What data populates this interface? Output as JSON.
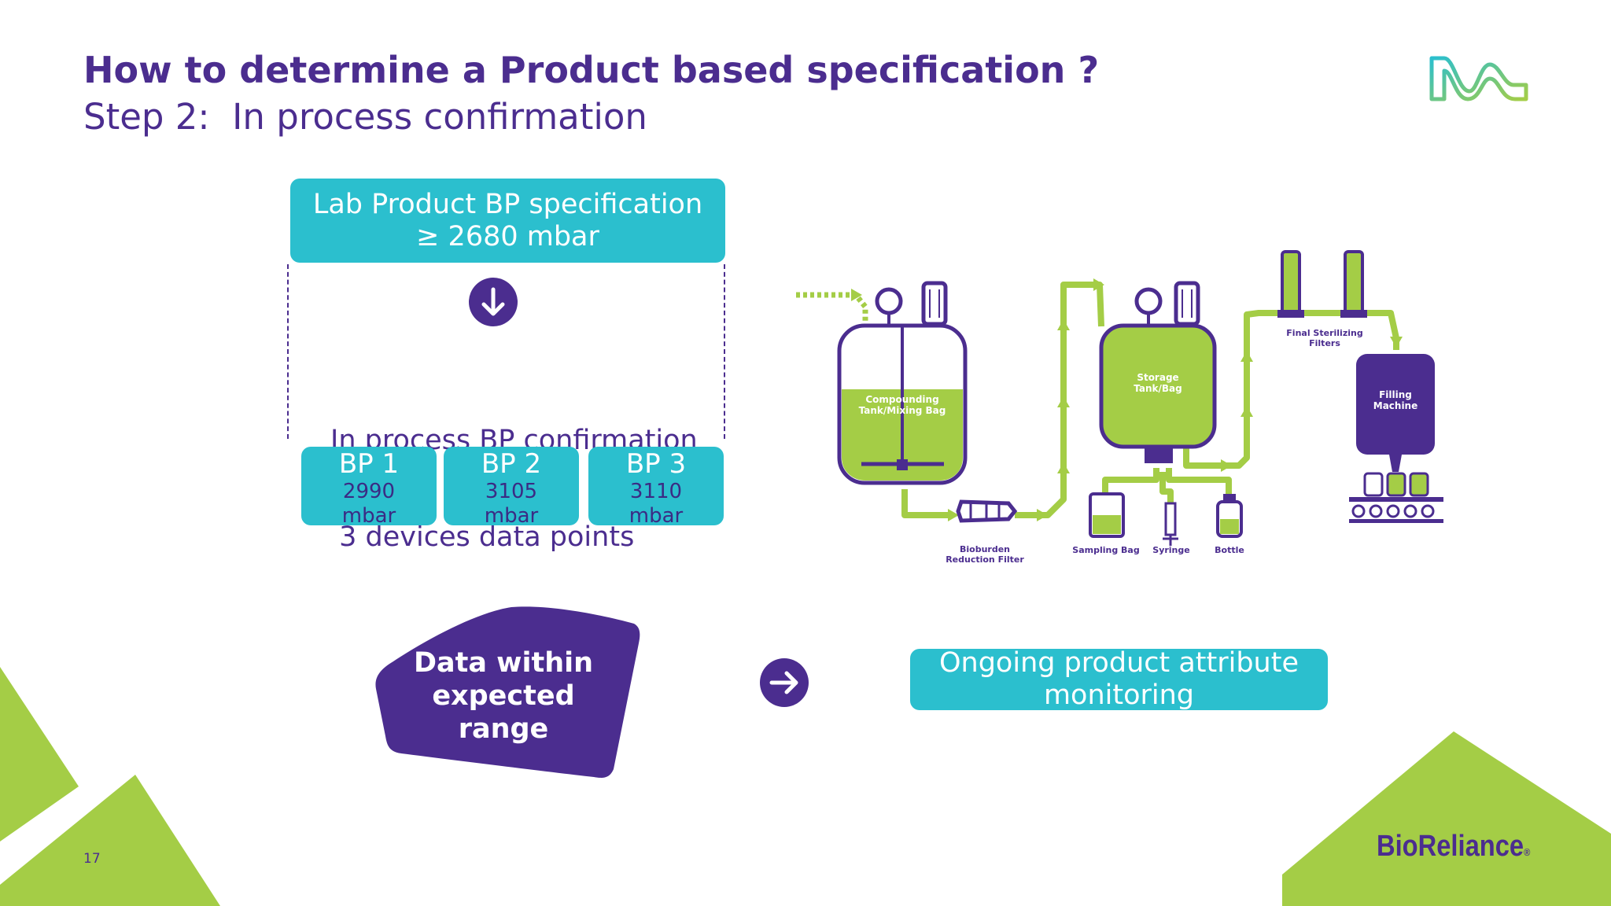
{
  "slide": {
    "title": "How to determine a Product based specification ?",
    "subtitle": "Step 2:  In process confirmation",
    "page_number": "17"
  },
  "spec_box": {
    "line1": "Lab Product BP specification",
    "line2": "≥ 2680 mbar"
  },
  "confirmation": {
    "line1": "In process BP confirmation",
    "line2": " 3 devices data points"
  },
  "bp_boxes": [
    {
      "label": "BP 1",
      "value": "2990",
      "unit": "mbar"
    },
    {
      "label": "BP 2",
      "value": "3105",
      "unit": "mbar"
    },
    {
      "label": "BP 3",
      "value": "3110",
      "unit": "mbar"
    }
  ],
  "range_badge": {
    "line1": "Data within",
    "line2": "expected",
    "line3": "range"
  },
  "ongoing_box": {
    "line1": "Ongoing product attribute",
    "line2": "monitoring"
  },
  "process_diagram": {
    "compounding": [
      "Compounding",
      "Tank/Mixing Bag"
    ],
    "storage": [
      "Storage",
      "Tank/Bag"
    ],
    "filters": [
      "Final Sterilizing",
      "Filters"
    ],
    "filling": [
      "Filling",
      "Machine"
    ],
    "bioburden": [
      "Bioburden",
      "Reduction Filter"
    ],
    "sampling_bag": "Sampling Bag",
    "syringe": "Syringe",
    "bottle": "Bottle"
  },
  "brand": {
    "name": "BioReliance",
    "mark": "®"
  },
  "colors": {
    "purple": "#4b2d8f",
    "teal": "#2bbfce",
    "green": "#a4cd46"
  },
  "icons": {
    "down": "arrow-down-circle-icon",
    "right": "arrow-right-circle-icon",
    "logo": "merck-m-logo-icon"
  }
}
